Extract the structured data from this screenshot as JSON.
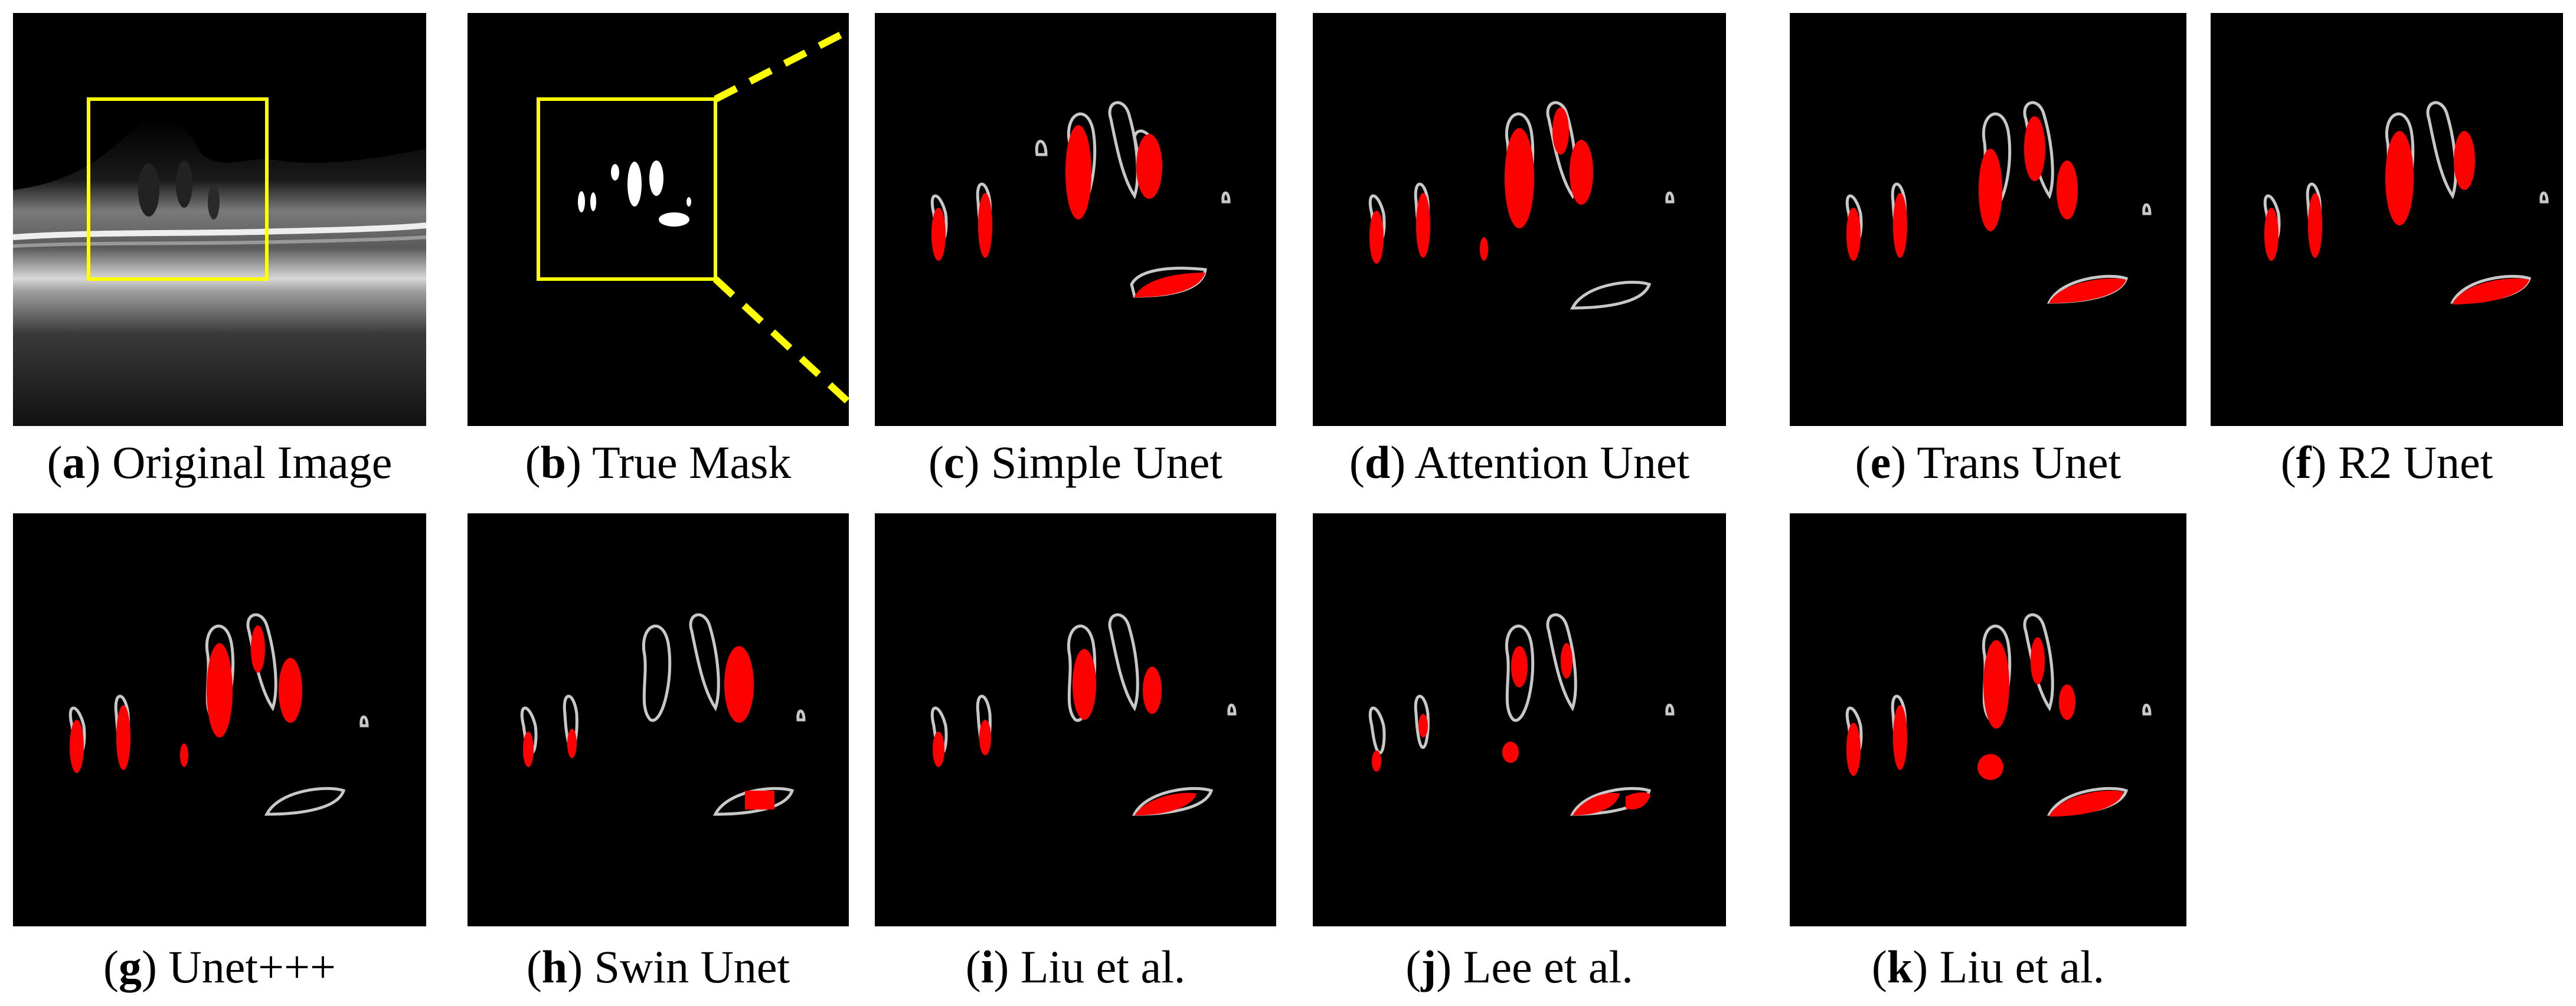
{
  "panels": [
    {
      "letter": "a",
      "label": "Original Image"
    },
    {
      "letter": "b",
      "label": "True Mask"
    },
    {
      "letter": "c",
      "label": "Simple Unet"
    },
    {
      "letter": "d",
      "label": "Attention Unet"
    },
    {
      "letter": "e",
      "label": "Trans Unet"
    },
    {
      "letter": "f",
      "label": "R2 Unet"
    },
    {
      "letter": "g",
      "label": "Unet+++"
    },
    {
      "letter": "h",
      "label": "Swin Unet"
    },
    {
      "letter": "i",
      "label": "Liu et al."
    },
    {
      "letter": "j",
      "label": "Lee et al."
    },
    {
      "letter": "k",
      "label": "Liu et al."
    }
  ],
  "colors": {
    "prediction": "#ff0000",
    "ground_truth_outline": "#c8c8c8",
    "highlight_box": "#ffff00",
    "background": "#000000"
  }
}
